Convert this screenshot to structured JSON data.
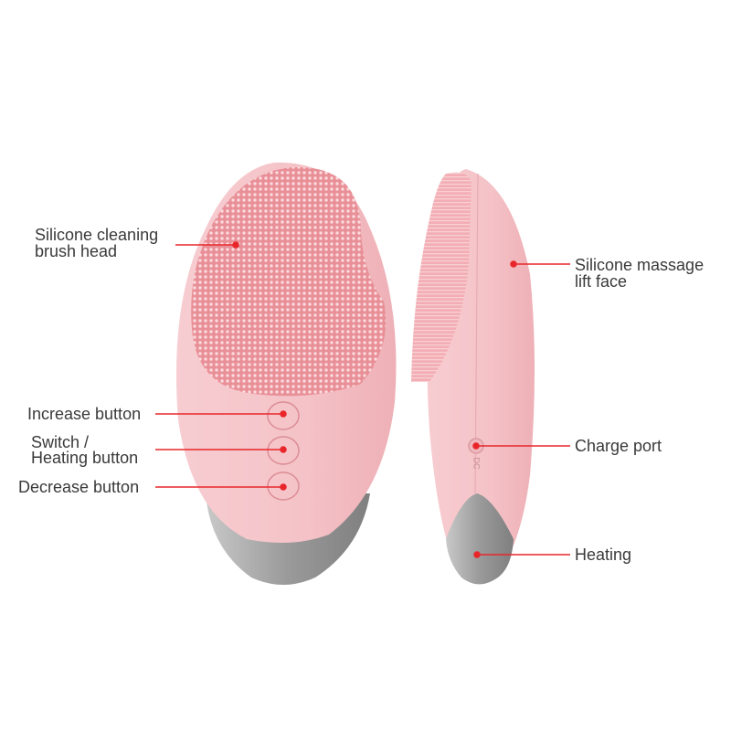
{
  "labels": {
    "brush_head": [
      "Silicone cleaning",
      "brush head"
    ],
    "increase": "Increase button",
    "switch": [
      "Switch /",
      "Heating button"
    ],
    "decrease": "Decrease button",
    "massage": [
      "Silicone massage",
      "lift face"
    ],
    "charge": "Charge port",
    "heating": "Heating",
    "port_marking": "DC"
  },
  "colors": {
    "body_pink": "#f4c3c8",
    "brush_pink": "#ec9ea4",
    "silver": "#9d9d9d",
    "callout_red": "#e8262a",
    "text": "#3a3a3a"
  }
}
